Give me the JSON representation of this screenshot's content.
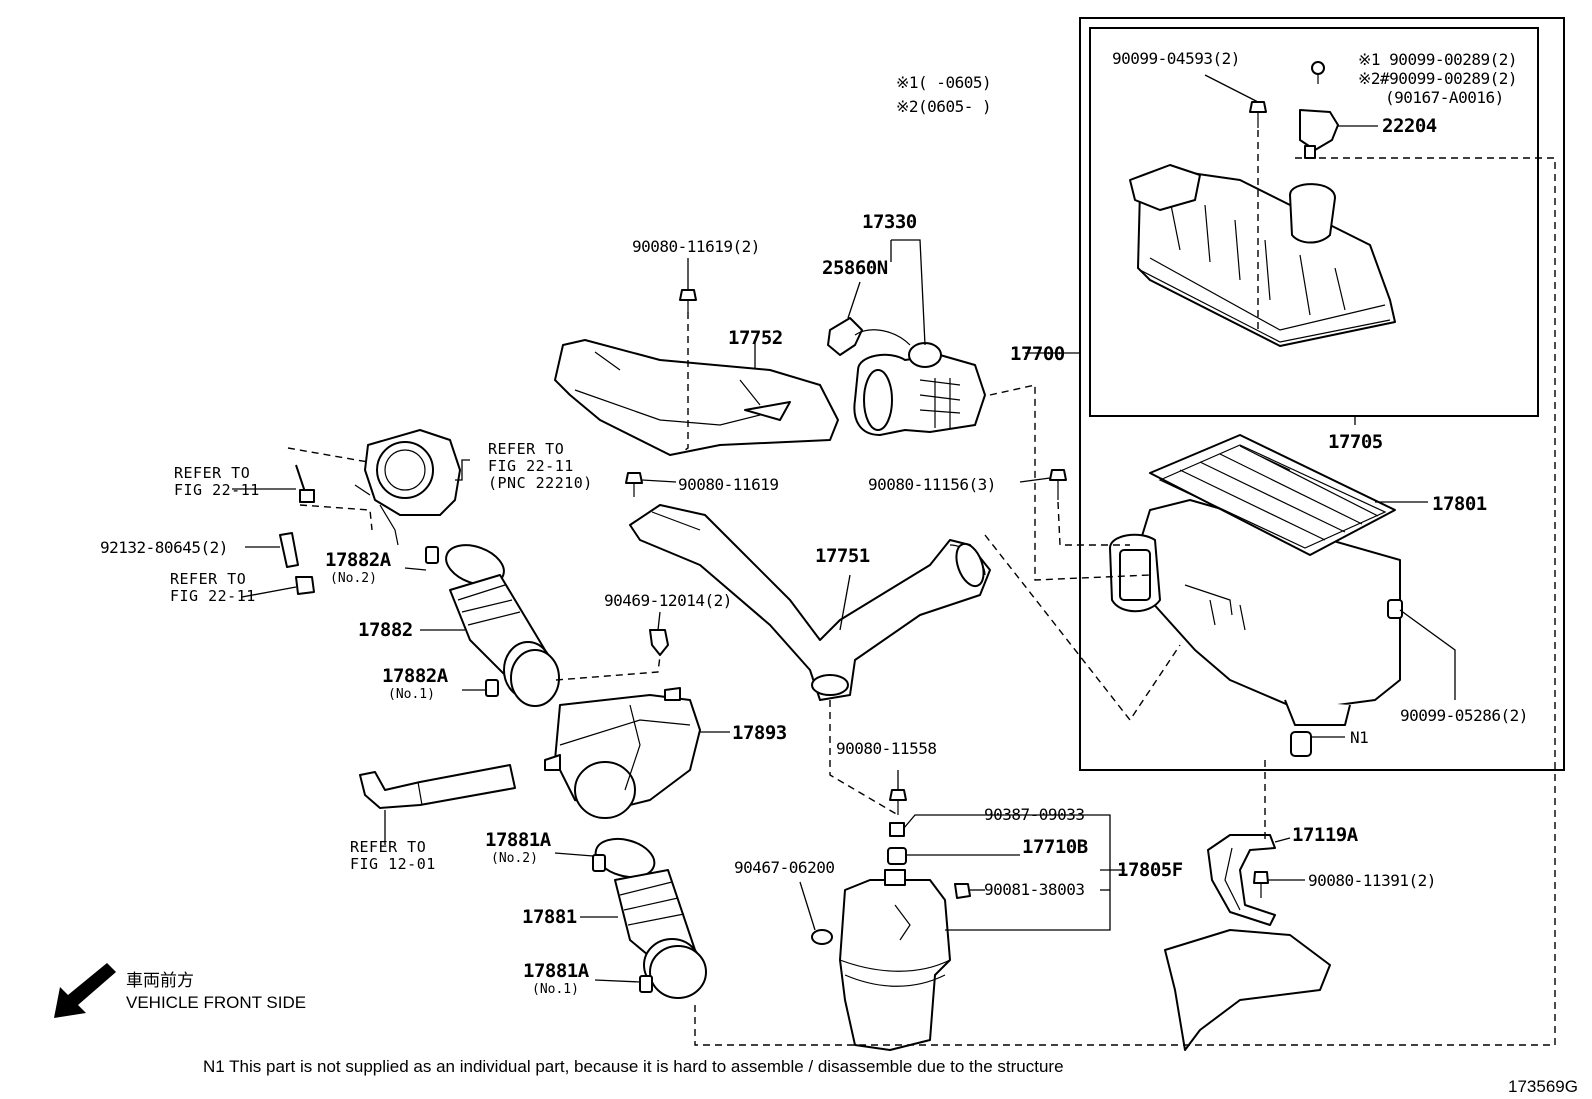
{
  "figure_id": "173569G",
  "variant_notes": {
    "n1": "※1(     -0605)",
    "n2": "※2(0605-     )"
  },
  "vehicle_front": {
    "jp": "車両前方",
    "en": "VEHICLE FRONT SIDE"
  },
  "footnote": "N1  This part is not supplied as an individual part, because it is hard to assemble / disassemble due to the structure",
  "parts": {
    "p17705": "17705",
    "p17700": "17700",
    "p90099_04593": "90099-04593(2)",
    "p90099_00289_a": "※1 90099-00289(2)",
    "p90099_00289_b": "※2#90099-00289(2)",
    "p90167": "(90167-A0016)",
    "p22204": "22204",
    "p17330": "17330",
    "p25860N": "25860N",
    "p90080_11619_2": "90080-11619(2)",
    "p17752": "17752",
    "p90080_11619": "90080-11619",
    "p90080_11156": "90080-11156(3)",
    "p17801": "17801",
    "p17751": "17751",
    "p90469": "90469-12014(2)",
    "p90099_05286": "90099-05286(2)",
    "pN1": "N1",
    "p92132": "92132-80645(2)",
    "p17882A_1": "17882A",
    "p17882A_1_sub": "(No.2)",
    "p17882": "17882",
    "p17882A_2": "17882A",
    "p17882A_2_sub": "(No.1)",
    "p17893": "17893",
    "p90080_11558": "90080-11558",
    "p90387": "90387-09033",
    "p17710B": "17710B",
    "p17805F": "17805F",
    "p90467": "90467-06200",
    "p90081": "90081-38003",
    "p17119A": "17119A",
    "p90080_11391": "90080-11391(2)",
    "p17881A_1": "17881A",
    "p17881A_1_sub": "(No.2)",
    "p17881": "17881",
    "p17881A_2": "17881A",
    "p17881A_2_sub": "(No.1)"
  },
  "refs": {
    "r1_l1": "REFER TO",
    "r1_l2": "FIG 22-11",
    "r1_l3": "(PNC 22210)",
    "r2_l1": "REFER TO",
    "r2_l2": "FIG 22-11",
    "r3_l1": "REFER TO",
    "r3_l2": "FIG 22-11",
    "r4_l1": "REFER TO",
    "r4_l2": "FIG 12-01"
  },
  "icons": {
    "arrow": "front-direction-arrow-icon"
  }
}
